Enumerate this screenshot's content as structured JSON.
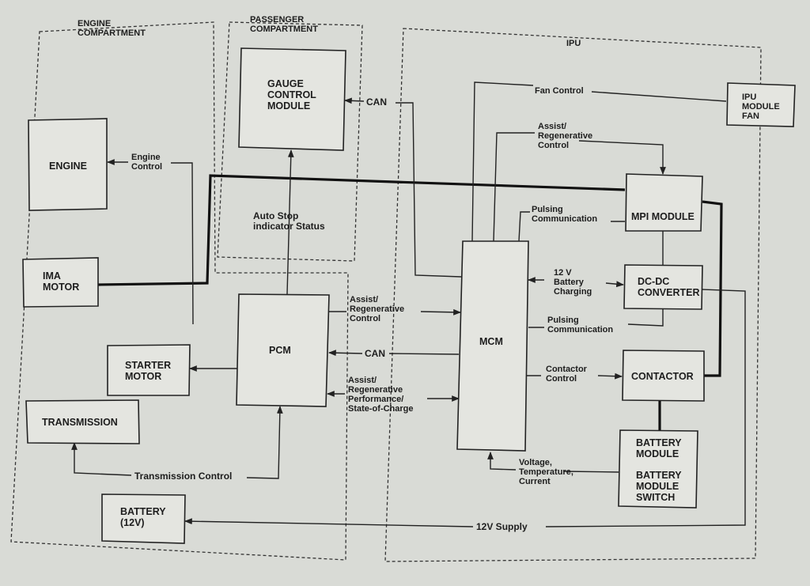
{
  "zones": {
    "engine": [
      "ENGINE",
      "COMPARTMENT"
    ],
    "passenger": [
      "PASSENGER",
      "COMPARTMENT"
    ],
    "ipu": "IPU"
  },
  "blocks": {
    "gauge": [
      "GAUGE",
      "CONTROL",
      "MODULE"
    ],
    "engine": [
      "ENGINE"
    ],
    "ima_motor": [
      "IMA",
      "MOTOR"
    ],
    "pcm": [
      "PCM"
    ],
    "starter": [
      "STARTER",
      "MOTOR"
    ],
    "transmission": [
      "TRANSMISSION"
    ],
    "battery12": [
      "BATTERY",
      "(12V)"
    ],
    "mcm": [
      "MCM"
    ],
    "mpi": [
      "MPI MODULE"
    ],
    "dcdc": [
      "DC-DC",
      "CONVERTER"
    ],
    "contactor": [
      "CONTACTOR"
    ],
    "battery_module": [
      "BATTERY",
      "MODULE"
    ],
    "battery_switch": [
      "BATTERY",
      "MODULE",
      "SWITCH"
    ],
    "ipu_fan": [
      "IPU",
      "MODULE",
      "FAN"
    ]
  },
  "signals": {
    "can_gauge": [
      "CAN"
    ],
    "engine_control": [
      "Engine",
      "Control"
    ],
    "auto_stop": [
      "Auto Stop",
      "indicator Status"
    ],
    "fan_control": [
      "Fan Control"
    ],
    "assist_mpi": [
      "Assist/",
      "Regenerative",
      "Control"
    ],
    "pulsing_mpi": [
      "Pulsing",
      "Communication"
    ],
    "battery_charging": [
      "12 V",
      "Battery",
      "Charging"
    ],
    "pulsing_dcdc": [
      "Pulsing",
      "Communication"
    ],
    "assist_pcm": [
      "Assist/",
      "Regenerative",
      "Control"
    ],
    "can_pcm": [
      "CAN"
    ],
    "assist_soc": [
      "Assist/",
      "Regenerative",
      "Performance/",
      "State-of-Charge"
    ],
    "contactor_control": [
      "Contactor",
      "Control"
    ],
    "vtc": [
      "Voltage,",
      "Temperature,",
      "Current"
    ],
    "transmission_control": [
      "Transmission Control"
    ],
    "supply_12v": [
      "12V Supply"
    ]
  }
}
